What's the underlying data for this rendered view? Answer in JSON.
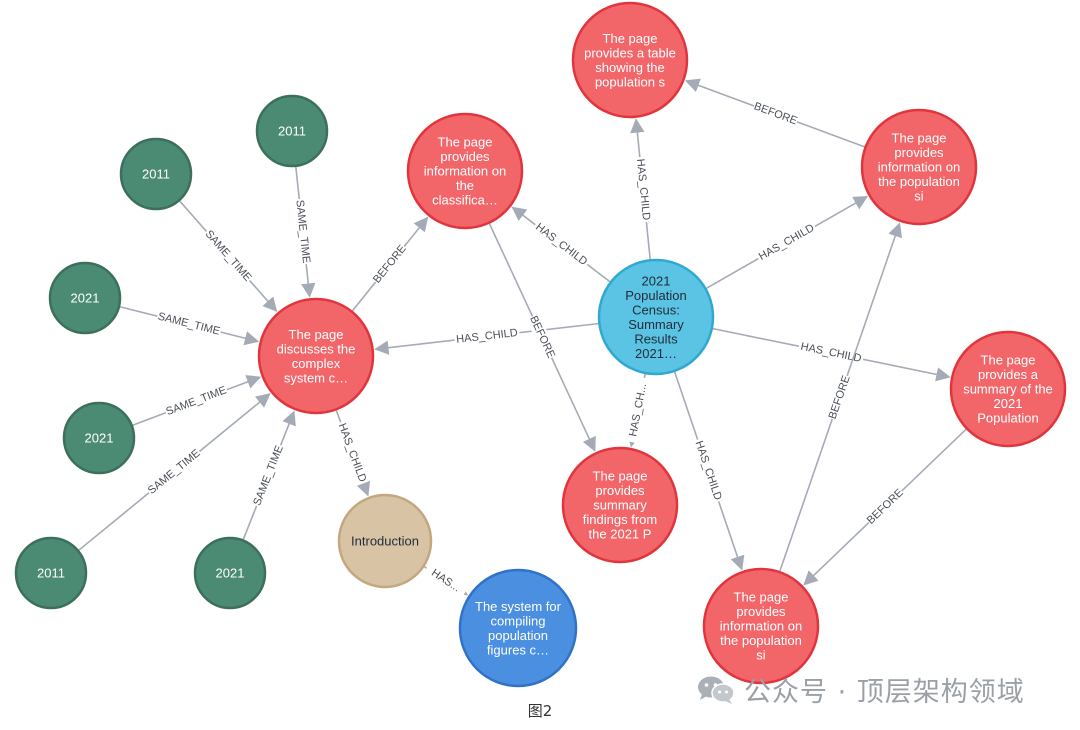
{
  "colors": {
    "edge": "#a5abb6",
    "edge_label": "#4a4f57",
    "year": "#4b8b73",
    "year_stroke": "#3c6f5c",
    "page": "#f2666a",
    "page_stroke": "#e1353d",
    "census": "#5bc3e3",
    "census_stroke": "#2fa9d2",
    "section": "#d8c3a5",
    "section_stroke": "#c2a77f",
    "system": "#4a8fe0",
    "system_stroke": "#2f72c6"
  },
  "nodes": [
    {
      "id": "census",
      "kind": "census",
      "label": [
        "2021",
        "Population",
        "Census:",
        "Summary",
        "Results",
        "2021…"
      ]
    },
    {
      "id": "p_complex",
      "kind": "page",
      "label": [
        "The page",
        "discusses the",
        "complex",
        "system c…"
      ]
    },
    {
      "id": "p_classif",
      "kind": "page",
      "label": [
        "The page",
        "provides",
        "information on",
        "the",
        "classifica…"
      ]
    },
    {
      "id": "p_table",
      "kind": "page",
      "label": [
        "The page",
        "provides a table",
        "showing the",
        "population s"
      ]
    },
    {
      "id": "p_info_si_top",
      "kind": "page",
      "label": [
        "The page",
        "provides",
        "information on",
        "the population",
        "si"
      ]
    },
    {
      "id": "p_summary",
      "kind": "page",
      "label": [
        "The page",
        "provides a",
        "summary of the",
        "2021",
        "Population"
      ]
    },
    {
      "id": "p_findings",
      "kind": "page",
      "label": [
        "The page",
        "provides",
        "summary",
        "findings from",
        "the 2021 P"
      ]
    },
    {
      "id": "p_info_si_bottom",
      "kind": "page",
      "label": [
        "The page",
        "provides",
        "information on",
        "the population",
        "si"
      ]
    },
    {
      "id": "intro",
      "kind": "section",
      "label": [
        "Introduction"
      ]
    },
    {
      "id": "system",
      "kind": "system",
      "label": [
        "The system for",
        "compiling",
        "population",
        "figures c…"
      ]
    },
    {
      "id": "y2011_a",
      "kind": "year",
      "label": [
        "2011"
      ]
    },
    {
      "id": "y2011_b",
      "kind": "year",
      "label": [
        "2011"
      ]
    },
    {
      "id": "y2021_a",
      "kind": "year",
      "label": [
        "2021"
      ]
    },
    {
      "id": "y2021_b",
      "kind": "year",
      "label": [
        "2021"
      ]
    },
    {
      "id": "y2011_c",
      "kind": "year",
      "label": [
        "2011"
      ]
    },
    {
      "id": "y2021_c",
      "kind": "year",
      "label": [
        "2021"
      ]
    }
  ],
  "edges": [
    {
      "from": "y2011_a",
      "to": "p_complex",
      "label": "SAME_TIME"
    },
    {
      "from": "y2011_b",
      "to": "p_complex",
      "label": "SAME_TIME"
    },
    {
      "from": "y2021_a",
      "to": "p_complex",
      "label": "SAME_TIME"
    },
    {
      "from": "y2021_b",
      "to": "p_complex",
      "label": "SAME_TIME"
    },
    {
      "from": "y2011_c",
      "to": "p_complex",
      "label": "SAME_TIME"
    },
    {
      "from": "y2021_c",
      "to": "p_complex",
      "label": "SAME_TIME"
    },
    {
      "from": "p_complex",
      "to": "p_classif",
      "label": "BEFORE"
    },
    {
      "from": "census",
      "to": "p_complex",
      "label": "HAS_CHILD"
    },
    {
      "from": "census",
      "to": "p_classif",
      "label": "HAS_CHILD"
    },
    {
      "from": "census",
      "to": "p_table",
      "label": "HAS_CHILD"
    },
    {
      "from": "census",
      "to": "p_info_si_top",
      "label": "HAS_CHILD"
    },
    {
      "from": "census",
      "to": "p_summary",
      "label": "HAS_CHILD"
    },
    {
      "from": "census",
      "to": "p_findings",
      "label": "HAS_CH..."
    },
    {
      "from": "census",
      "to": "p_info_si_bottom",
      "label": "HAS_CHILD"
    },
    {
      "from": "p_info_si_top",
      "to": "p_table",
      "label": "BEFORE"
    },
    {
      "from": "p_classif",
      "to": "p_findings",
      "label": "BEFORE"
    },
    {
      "from": "p_summary",
      "to": "p_info_si_bottom",
      "label": "BEFORE"
    },
    {
      "from": "p_info_si_bottom",
      "to": "p_info_si_top",
      "label": "BEFORE"
    },
    {
      "from": "p_complex",
      "to": "intro",
      "label": "HAS_CHILD"
    },
    {
      "from": "intro",
      "to": "system",
      "label": "HAS..."
    }
  ],
  "watermark": "公众号 · 顶层架构领域",
  "caption": "图2"
}
